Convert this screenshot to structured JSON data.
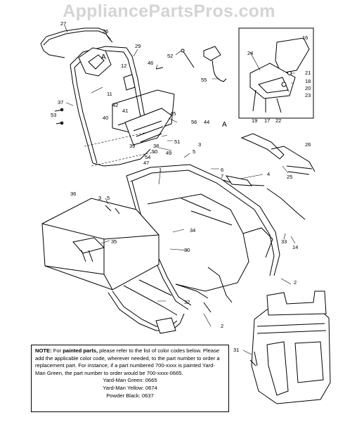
{
  "watermark": "AppliancePartsPros.com",
  "callouts": [
    "27",
    "26",
    "29",
    "A",
    "12",
    "46",
    "52",
    "55",
    "16",
    "24",
    "21",
    "18",
    "20",
    "23",
    "11",
    "42",
    "41",
    "37",
    "53",
    "40",
    "45",
    "56",
    "44",
    "A",
    "19",
    "17",
    "22",
    "51",
    "39",
    "38",
    "50",
    "49",
    "3",
    "5",
    "54",
    "47",
    "6",
    "7",
    "4",
    "26",
    "25",
    "1",
    "36",
    "3",
    "5",
    "34",
    "35",
    "30",
    "33",
    "14",
    "32",
    "2",
    "2",
    "31"
  ],
  "note": {
    "label": "NOTE:",
    "text_pre": "For ",
    "emphasis": "painted parts,",
    "text_post": " please refer to the list of color codes below. Please add the applicable color code, wherever needed, to the part number to order a replacement part. For instance, if a part numbered 700-xxxx is painted Yard-Man Green, the part number to order would be 700-xxxx-0665.",
    "codes": [
      "Yard-Man Green: 0665",
      "Yard-Man Yellow: 0674",
      "Powder Black: 0637"
    ]
  },
  "colors": {
    "ink": "#000000",
    "watermark": "#d4d4d4",
    "background": "#ffffff"
  }
}
